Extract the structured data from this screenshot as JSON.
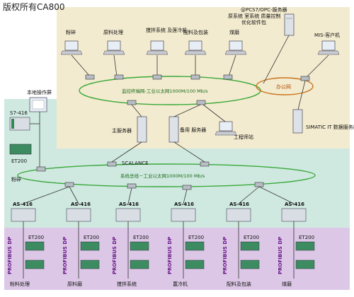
{
  "title": "版权所有CA800",
  "colors": {
    "top_zone": "#f3ebcf",
    "mid_zone": "#cfe9e0",
    "bottom_zone": "#dcc8e6",
    "plant_net": "#3aa83a",
    "office_net": "#c8741e",
    "line": "#333333"
  },
  "top_stations": [
    "粉碎",
    "原料处理",
    "搅拌系统 及莲冷机",
    "配料及包装",
    "煤磨"
  ],
  "server_label_lines": [
    "@PCS7/OPC-服务器",
    "原系统 室系统 质量控制",
    "优化软件包"
  ],
  "mis_label": "MIS-客户机",
  "plant_network_label": "监控终端网-工业以太网1000M/100 Mb/s",
  "office_network_label": "办公网",
  "local_panel_label": "本地操作屏",
  "s7_label": "S7-416",
  "et200_left_label": "ET200",
  "main_server_label": "主服务器",
  "backup_server_label": "备用 服务器",
  "eng_station_label": "工程师站",
  "simatic_it_label": "SIMATIC IT 数据服务器",
  "scalance_label": "SCALANCE",
  "system_bus_label": "系统总线－工业以太网1000M/100 Mb/s",
  "crush_label": "粉碎",
  "as_label": "AS-416",
  "profibus_label": "PROFIBUS DP",
  "et200_label": "ET200",
  "bottom_labels": [
    "粉料处理",
    "原料磨",
    "搅拌系统",
    "蓖冷机",
    "配料及包装",
    "煤磨"
  ]
}
